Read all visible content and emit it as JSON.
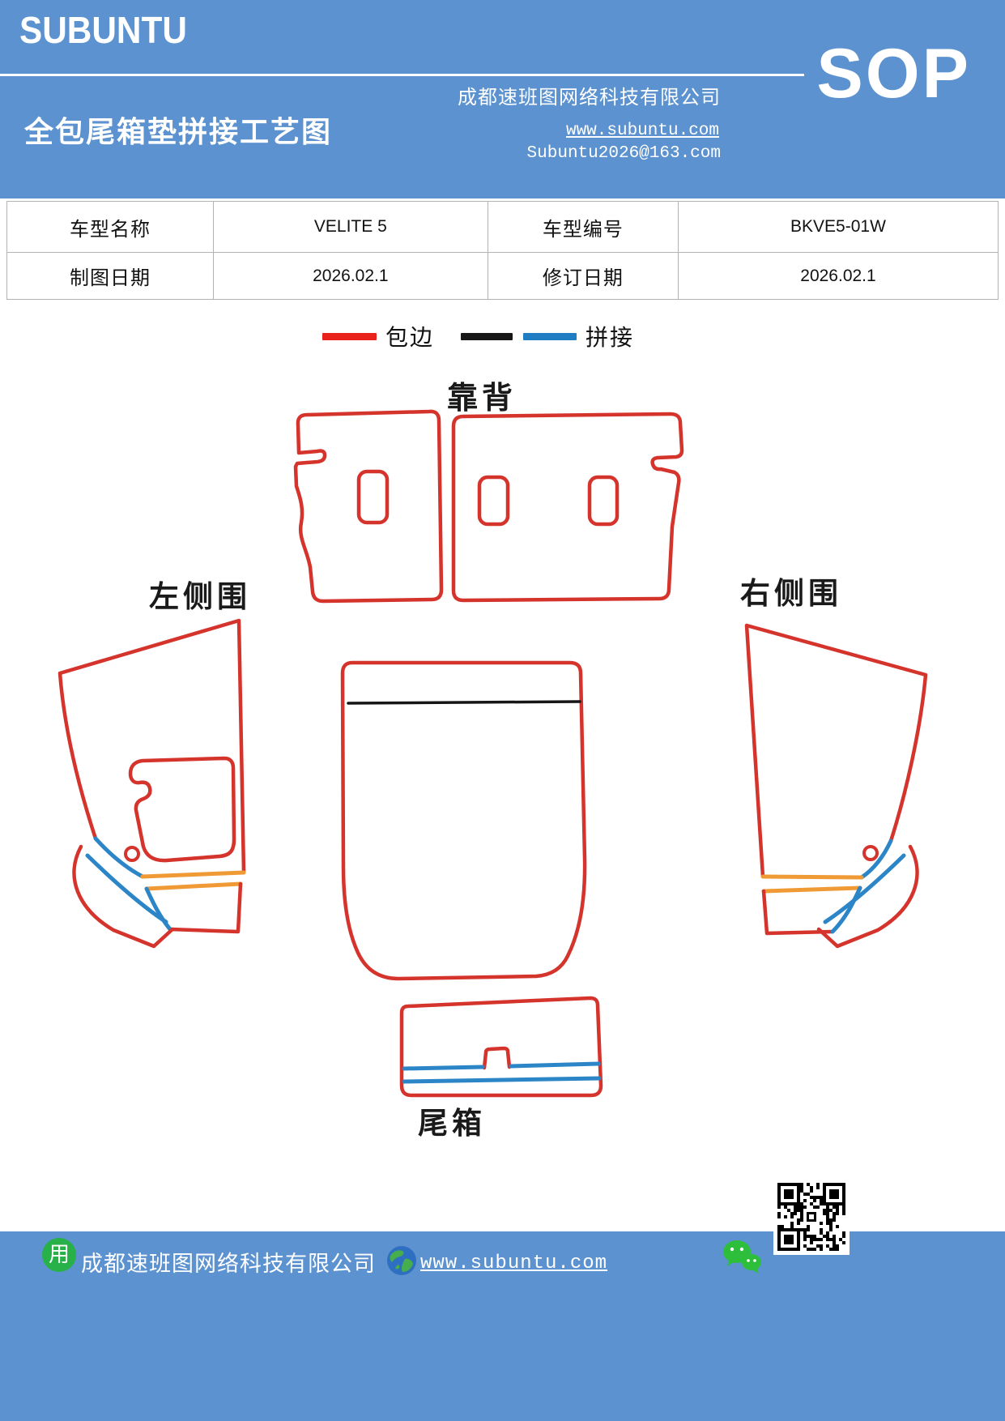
{
  "header": {
    "logo": "SUBUNTU",
    "title": "全包尾箱垫拼接工艺图",
    "company": "成都速班图网络科技有限公司",
    "website": "www.subuntu.com",
    "email": "Subuntu2026@163.com",
    "badge": "SOP"
  },
  "info_table": {
    "rows": [
      {
        "c0": "车型名称",
        "c1": "VELITE 5",
        "c2": "车型编号",
        "c3": "BKVE5-01W"
      },
      {
        "c0": "制图日期",
        "c1": "2026.02.1",
        "c2": "修订日期",
        "c3": "2026.02.1"
      }
    ]
  },
  "legend": {
    "edge_label": "包边",
    "splice_label": "拼接",
    "edge_color": "#e8211a",
    "splice_black": "#161616",
    "splice_blue": "#1f7dc4"
  },
  "diagram": {
    "labels": {
      "backrest": "靠背",
      "left_side": "左侧围",
      "right_side": "右侧围",
      "trunk": "尾箱"
    },
    "line_colors": {
      "edge_red": "#d5342c",
      "splice_blue": "#2c85c7",
      "splice_black": "#161616",
      "splice_orange": "#f09a36"
    }
  },
  "footer": {
    "company": "成都速班图网络科技有限公司",
    "website": "www.subuntu.com",
    "company_icon_glyph": "用"
  },
  "colors": {
    "band_blue": "#5b92cf",
    "text_white": "#ffffff"
  }
}
